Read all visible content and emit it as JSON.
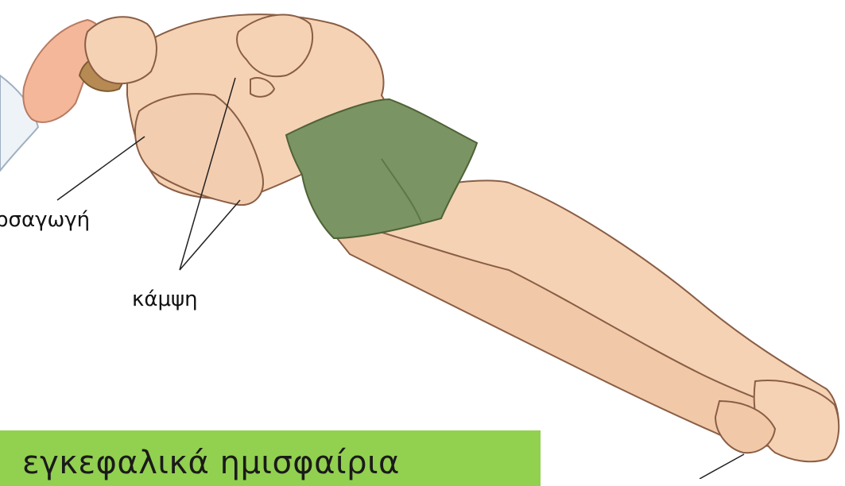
{
  "labels": {
    "adduction": "ρσαγωγή",
    "flexion": "κάμψη"
  },
  "banner": {
    "text": "εγκεφαλικά ημισφαίρια",
    "color": "#92d050"
  },
  "colors": {
    "skin": "#f6d2b4",
    "skin_shadow": "#e3b08e",
    "shorts": "#7b9463",
    "shorts_shadow": "#5f7649",
    "hair": "#b68a52",
    "sleeve": "#eef3f8"
  }
}
